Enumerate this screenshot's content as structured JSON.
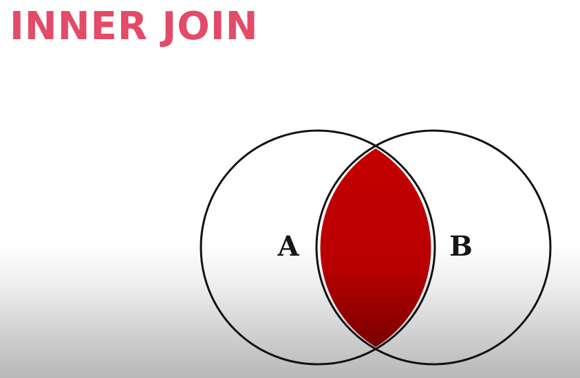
{
  "slide": {
    "title": "INNER JOIN"
  },
  "venn": {
    "sets": [
      {
        "label": "A"
      },
      {
        "label": "B"
      }
    ],
    "highlighted_region": "intersection",
    "colors": {
      "title": "#e34b68",
      "highlight_top": "#c40000",
      "highlight_bottom": "#7a0000",
      "outline": "#111111"
    }
  }
}
